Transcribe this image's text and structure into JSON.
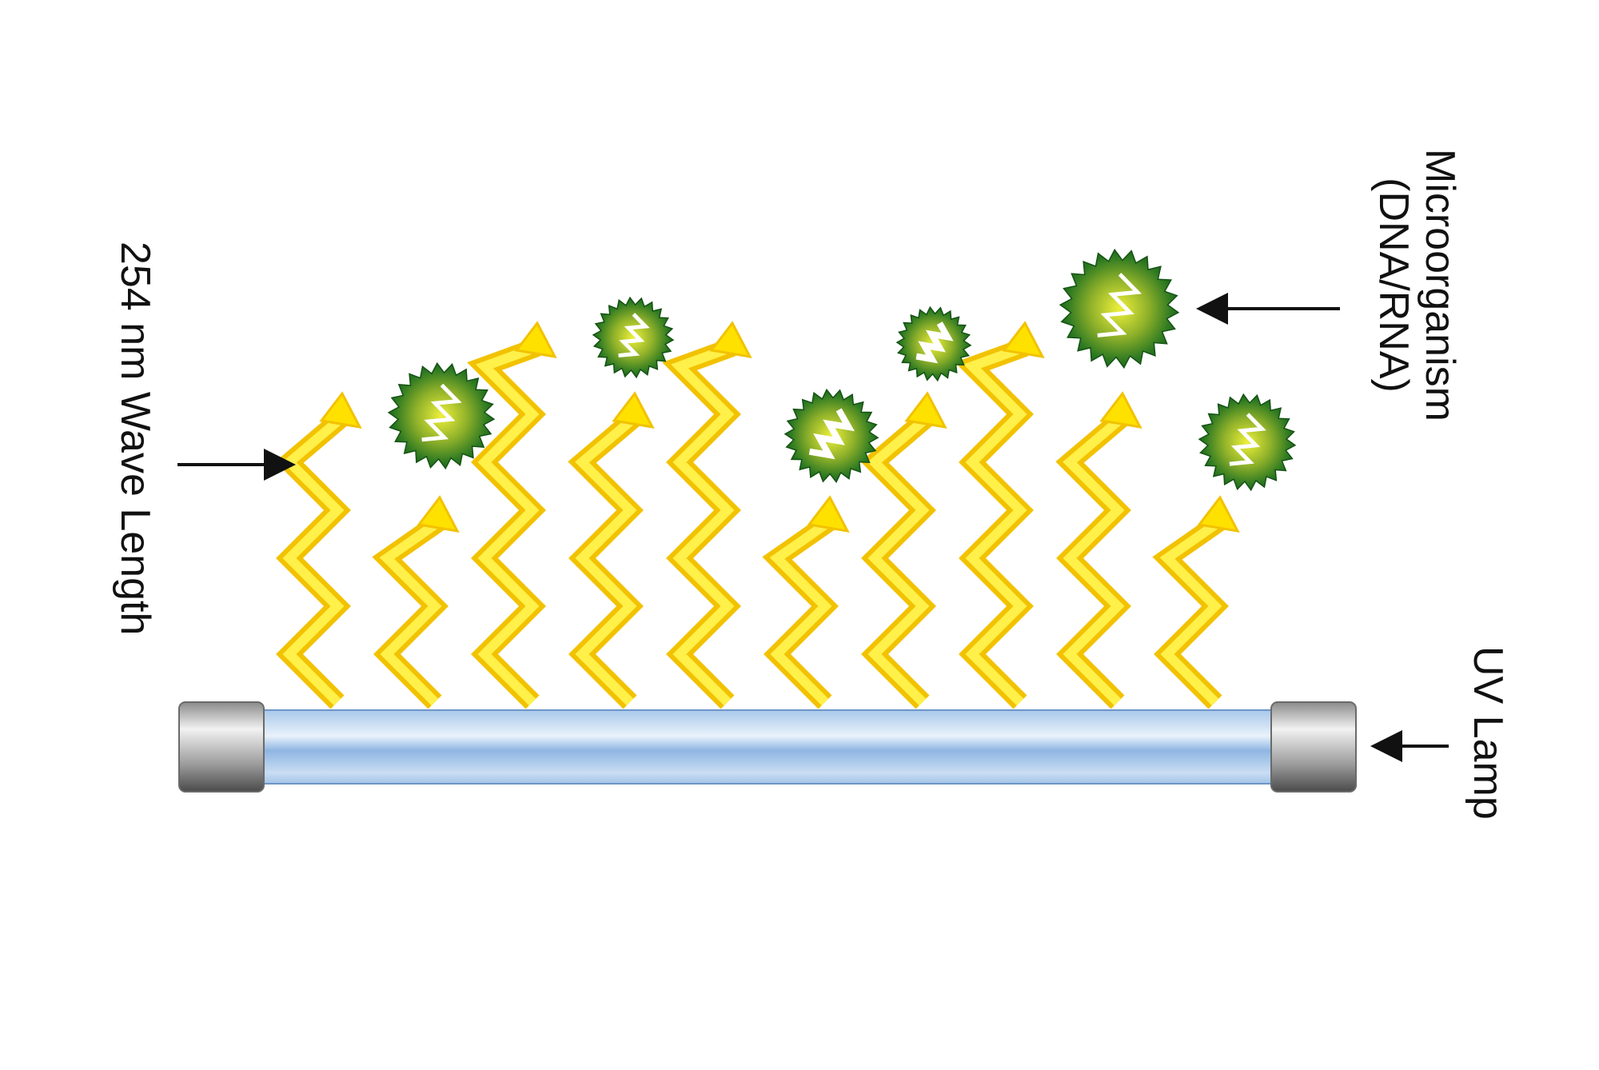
{
  "labels": {
    "wavelength": "254 nm Wave Length",
    "microorganism_line1": "Microorganism",
    "microorganism_line2": "(DNA/RNA)",
    "lamp": "UV Lamp"
  },
  "colors": {
    "background": "#ffffff",
    "wave_fill": "#ffe600",
    "wave_edge": "#f5c400",
    "lamp_tube": "#9cc0e6",
    "lamp_highlight": "#e8f1fb",
    "lamp_cap": "#9a9a9a",
    "organism_dark": "#1f6b1f",
    "organism_light": "#e5e830",
    "arrow": "#111111",
    "text": "#111111"
  },
  "icons": {
    "wave": "zigzag-arrow-icon",
    "organism": "spiky-microorganism-icon",
    "lamp": "uv-tube-lamp-icon"
  }
}
